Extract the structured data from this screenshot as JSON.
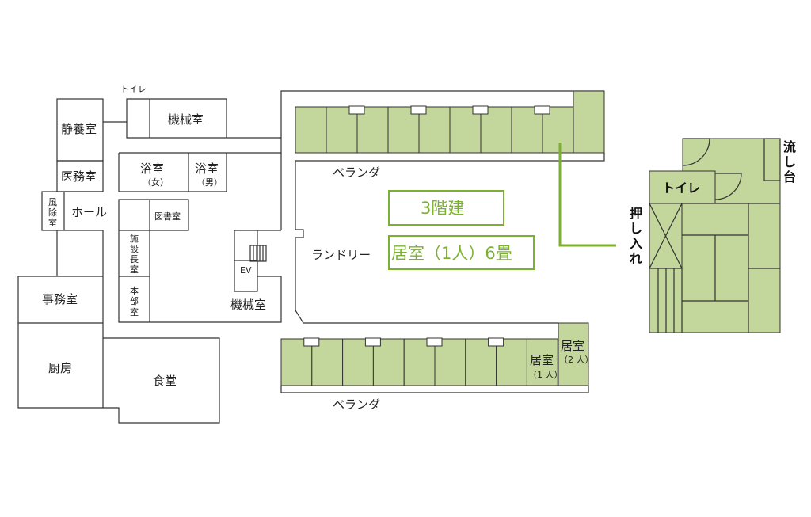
{
  "colors": {
    "room_fill": "#c3d69b",
    "accent": "#7cb030",
    "wall": "#333333"
  },
  "labels": {
    "toilet_top": "トイレ",
    "machine_room_top": "機械室",
    "rest_room": "静養室",
    "medical_room": "医務室",
    "windbreak": [
      "風",
      "除",
      "室"
    ],
    "hall": "ホール",
    "bath_f": "浴室",
    "bath_f_sub": "（女）",
    "bath_m": "浴室",
    "bath_m_sub": "（男）",
    "library": "図書室",
    "director": [
      "施",
      "設",
      "長",
      "室"
    ],
    "headquarters": [
      "本",
      "部",
      "室"
    ],
    "ev": "EV",
    "machine_room_bottom": "機械室",
    "office": "事務室",
    "kitchen": "厨房",
    "dining": "食堂",
    "veranda_top": "ベランダ",
    "veranda_bottom": "ベランダ",
    "laundry": "ランドリー",
    "room_single": "居室",
    "room_single_sub": "（1 人）",
    "room_double": "居室",
    "room_double_sub": "（2 人）"
  },
  "info": {
    "floors": "3階建",
    "room_type": "居室（1人）6畳"
  },
  "unit": {
    "toilet": "トイレ",
    "sink": [
      "流",
      "し",
      "台"
    ],
    "closet": [
      "押",
      "し",
      "入",
      "れ"
    ]
  }
}
